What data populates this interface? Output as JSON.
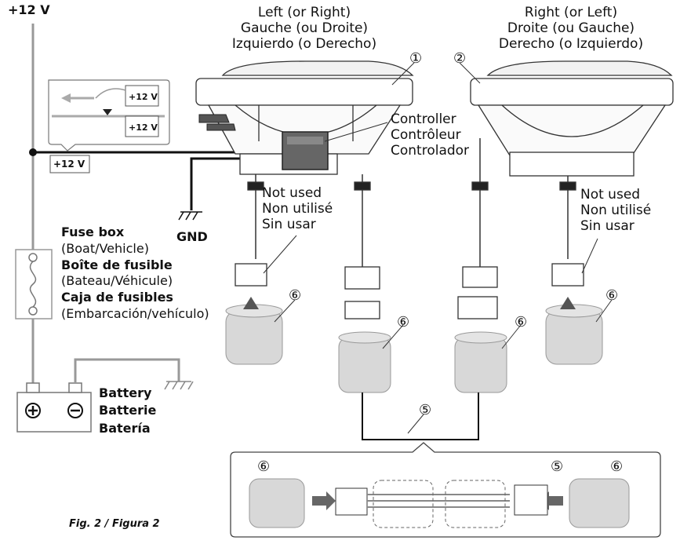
{
  "power": {
    "plus12v": "+12 V",
    "label_box1": "+12 V",
    "label_box2": "+12 V",
    "label_box3": "+12 V",
    "gnd": "GND"
  },
  "speakers": {
    "left": [
      "Left (or Right)",
      "Gauche (ou Droite)",
      "Izquierdo (o Derecho)"
    ],
    "right": [
      "Right (or Left)",
      "Droite (ou Gauche)",
      "Derecho (o Izquierdo)"
    ]
  },
  "controller": [
    "Controller",
    "Contrôleur",
    "Controlador"
  ],
  "not_used": [
    "Not used",
    "Non utilisé",
    "Sin usar"
  ],
  "fuse_box": [
    {
      "bold": "Fuse box",
      "normal": "(Boat/Vehicle)"
    },
    {
      "bold": "Boîte de fusible",
      "normal": "(Bateau/Véhicule)"
    },
    {
      "bold": "Caja de fusibles",
      "normal": "(Embarcación/vehículo)"
    }
  ],
  "battery": [
    "Battery",
    "Batterie",
    "Batería"
  ],
  "callouts": {
    "c1": "①",
    "c2": "②",
    "c5": "⑤",
    "c6": "⑥"
  },
  "figure": "Fig. 2 / Figura 2"
}
